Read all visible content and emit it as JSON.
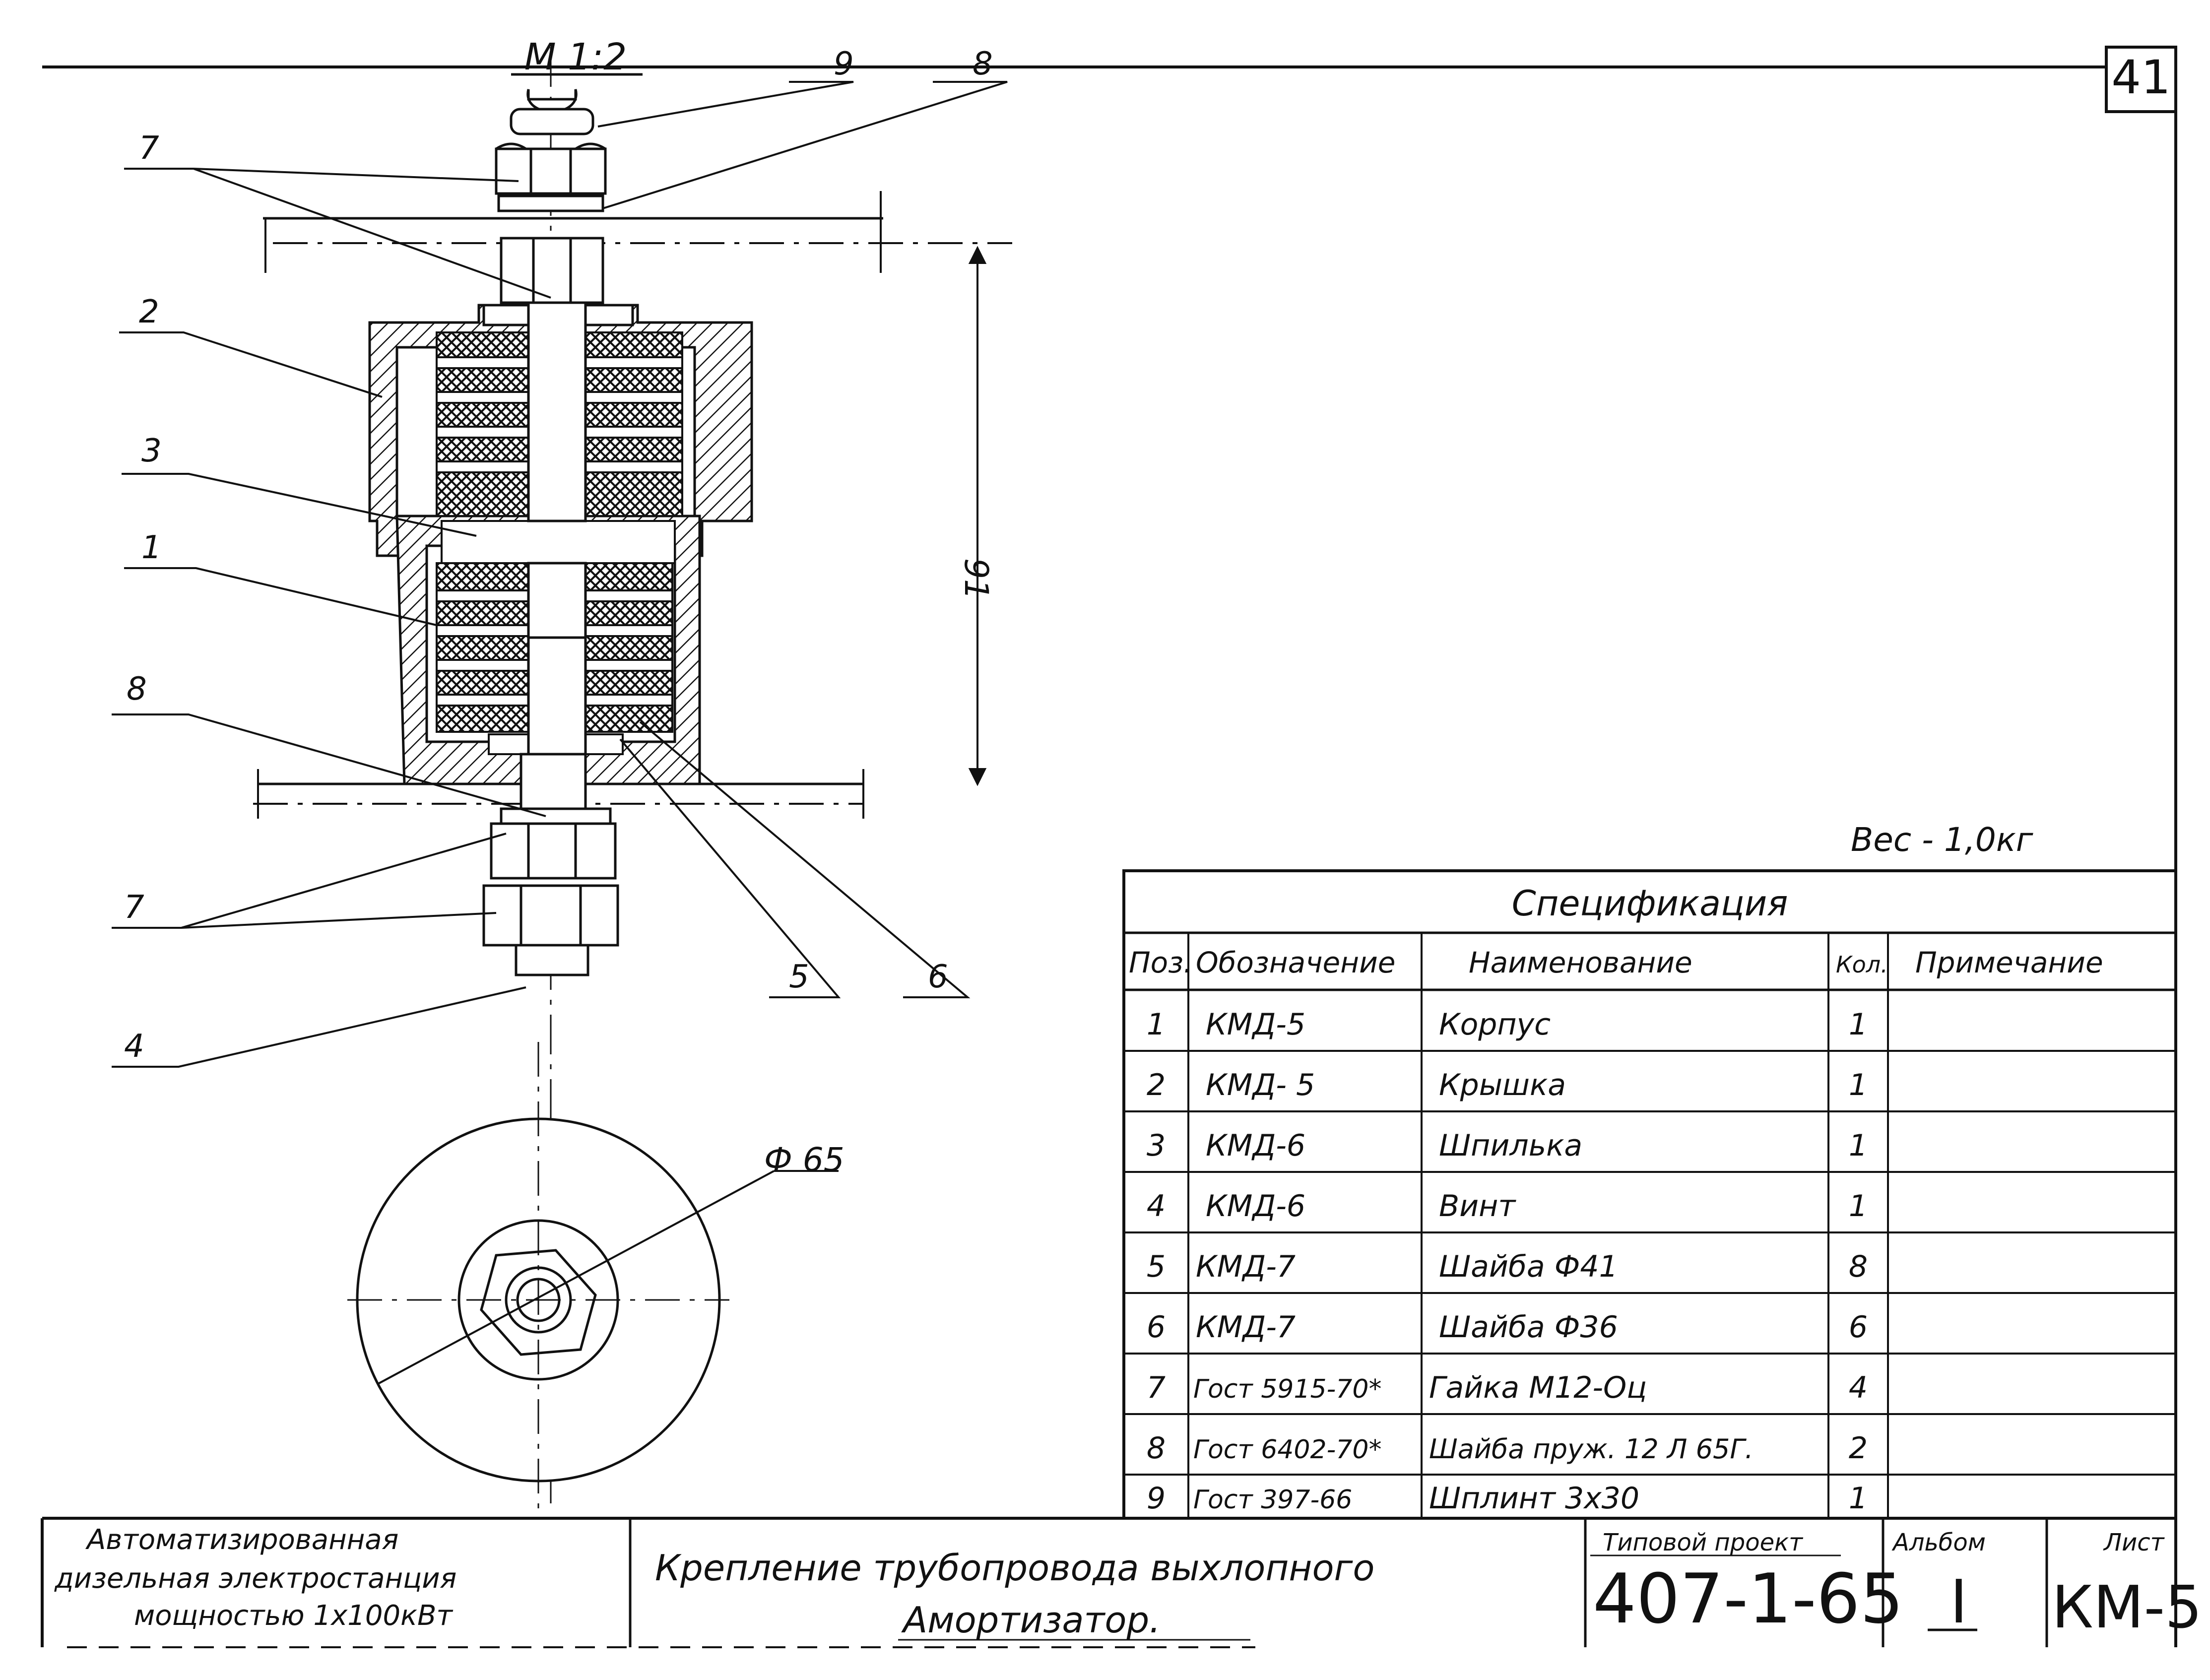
{
  "sheet": {
    "number": "41"
  },
  "drawing": {
    "scale": "М 1:2",
    "dimension_height": "91",
    "dimension_diameter": "Ф 65",
    "weight": "Вес - 1,0кг",
    "callouts": [
      "9",
      "8",
      "7",
      "2",
      "3",
      "1",
      "8",
      "7",
      "4",
      "5",
      "6"
    ]
  },
  "specification": {
    "title": "Спецификация",
    "headers": [
      "Поз.",
      "Обозначение",
      "Наименование",
      "Кол.",
      "Примечание"
    ],
    "rows": [
      [
        "1",
        "КМД-5",
        "Корпус",
        "1",
        ""
      ],
      [
        "2",
        "КМД- 5",
        "Крышка",
        "1",
        ""
      ],
      [
        "3",
        "КМД-6",
        "Шпилька",
        "1",
        ""
      ],
      [
        "4",
        "КМД-6",
        "Винт",
        "1",
        ""
      ],
      [
        "5",
        "КМД-7",
        "Шайба Ф41",
        "8",
        ""
      ],
      [
        "6",
        "КМД-7",
        "Шайба Ф36",
        "6",
        ""
      ],
      [
        "7",
        "Гост 5915-70*",
        "Гайка М12-Оц",
        "4",
        ""
      ],
      [
        "8",
        "Гост 6402-70*",
        "Шайба пруж. 12 Л 65Г.",
        "2",
        ""
      ],
      [
        "9",
        "Гост 397-66",
        "Шплинт 3х30",
        "1",
        ""
      ]
    ]
  },
  "title_block": {
    "organization_line1": "Автоматизированная",
    "organization_line2": "дизельная электростанция",
    "organization_line3": "мощностью 1х100кВт",
    "title_line1": "Крепление трубопровода выхлопного",
    "title_line2": "Амортизатор.",
    "project_label": "Типовой проект",
    "project_value": "407-1-65",
    "album_label": "Альбом",
    "album_value": "I",
    "sheet_label": "Лист",
    "sheet_value": "КМ-5"
  }
}
